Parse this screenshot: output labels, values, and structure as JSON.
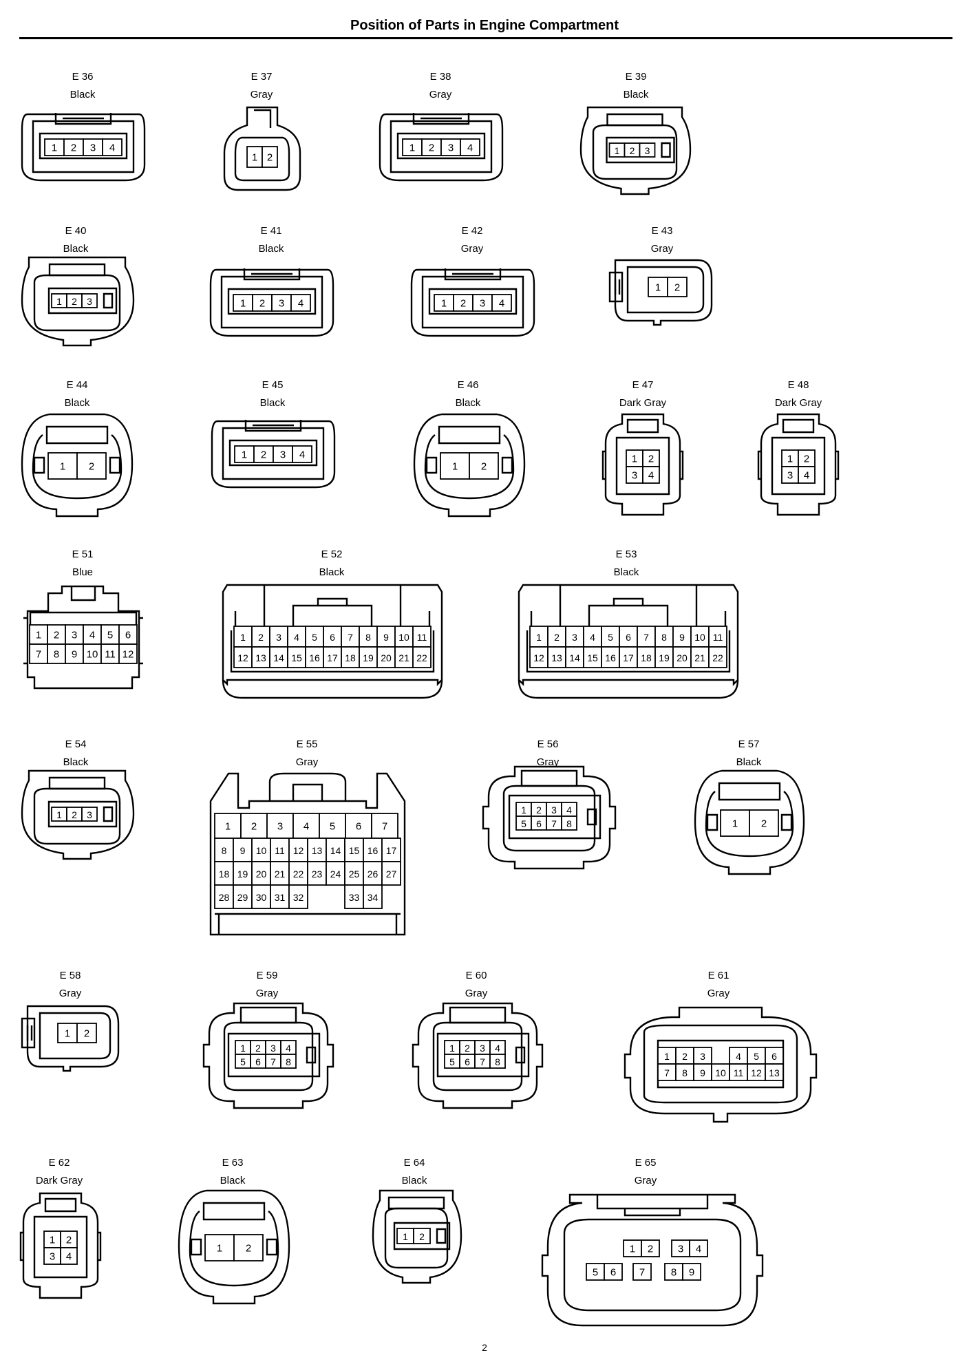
{
  "title": "Position of Parts in Engine Compartment",
  "page_number": "2",
  "connectors": [
    {
      "id": "E 36",
      "color": "Black",
      "pins": [
        "1",
        "2",
        "3",
        "4"
      ]
    },
    {
      "id": "E 37",
      "color": "Gray",
      "pins": [
        "1",
        "2"
      ]
    },
    {
      "id": "E 38",
      "color": "Gray",
      "pins": [
        "1",
        "2",
        "3",
        "4"
      ]
    },
    {
      "id": "E 39",
      "color": "Black",
      "pins": [
        "1",
        "2",
        "3"
      ]
    },
    {
      "id": "E 40",
      "color": "Black",
      "pins": [
        "1",
        "2",
        "3"
      ]
    },
    {
      "id": "E 41",
      "color": "Black",
      "pins": [
        "1",
        "2",
        "3",
        "4"
      ]
    },
    {
      "id": "E 42",
      "color": "Gray",
      "pins": [
        "1",
        "2",
        "3",
        "4"
      ]
    },
    {
      "id": "E 43",
      "color": "Gray",
      "pins": [
        "1",
        "2"
      ]
    },
    {
      "id": "E 44",
      "color": "Black",
      "pins": [
        "1",
        "2"
      ]
    },
    {
      "id": "E 45",
      "color": "Black",
      "pins": [
        "1",
        "2",
        "3",
        "4"
      ]
    },
    {
      "id": "E 46",
      "color": "Black",
      "pins": [
        "1",
        "2"
      ]
    },
    {
      "id": "E 47",
      "color": "Dark Gray",
      "pins": [
        "1",
        "2",
        "3",
        "4"
      ]
    },
    {
      "id": "E 48",
      "color": "Dark Gray",
      "pins": [
        "1",
        "2",
        "3",
        "4"
      ]
    },
    {
      "id": "E 51",
      "color": "Blue",
      "pins": [
        "1",
        "2",
        "3",
        "4",
        "5",
        "6",
        "7",
        "8",
        "9",
        "10",
        "11",
        "12"
      ]
    },
    {
      "id": "E 52",
      "color": "Black",
      "pins": [
        "1",
        "2",
        "3",
        "4",
        "5",
        "6",
        "7",
        "8",
        "9",
        "10",
        "11",
        "12",
        "13",
        "14",
        "15",
        "16",
        "17",
        "18",
        "19",
        "20",
        "21",
        "22"
      ]
    },
    {
      "id": "E 53",
      "color": "Black",
      "pins": [
        "1",
        "2",
        "3",
        "4",
        "5",
        "6",
        "7",
        "8",
        "9",
        "10",
        "11",
        "12",
        "13",
        "14",
        "15",
        "16",
        "17",
        "18",
        "19",
        "20",
        "21",
        "22"
      ]
    },
    {
      "id": "E 54",
      "color": "Black",
      "pins": [
        "1",
        "2",
        "3"
      ]
    },
    {
      "id": "E 55",
      "color": "Gray",
      "pins": [
        "1",
        "2",
        "3",
        "4",
        "5",
        "6",
        "7",
        "8",
        "9",
        "10",
        "11",
        "12",
        "13",
        "14",
        "15",
        "16",
        "17",
        "18",
        "19",
        "20",
        "21",
        "22",
        "23",
        "24",
        "25",
        "26",
        "27",
        "28",
        "29",
        "30",
        "31",
        "32",
        "",
        "",
        "33",
        "34"
      ]
    },
    {
      "id": "E 56",
      "color": "Gray",
      "pins": [
        "1",
        "2",
        "3",
        "4",
        "5",
        "6",
        "7",
        "8"
      ]
    },
    {
      "id": "E 57",
      "color": "Black",
      "pins": [
        "1",
        "2"
      ]
    },
    {
      "id": "E 58",
      "color": "Gray",
      "pins": [
        "1",
        "2"
      ]
    },
    {
      "id": "E 59",
      "color": "Gray",
      "pins": [
        "1",
        "2",
        "3",
        "4",
        "5",
        "6",
        "7",
        "8"
      ]
    },
    {
      "id": "E 60",
      "color": "Gray",
      "pins": [
        "1",
        "2",
        "3",
        "4",
        "5",
        "6",
        "7",
        "8"
      ]
    },
    {
      "id": "E 61",
      "color": "Gray",
      "pins": [
        "1",
        "2",
        "3",
        "",
        "4",
        "5",
        "6",
        "7",
        "8",
        "9",
        "10",
        "11",
        "12",
        "13"
      ]
    },
    {
      "id": "E 62",
      "color": "Dark Gray",
      "pins": [
        "1",
        "2",
        "3",
        "4"
      ]
    },
    {
      "id": "E 63",
      "color": "Black",
      "pins": [
        "1",
        "2"
      ]
    },
    {
      "id": "E 64",
      "color": "Black",
      "pins": [
        "1",
        "2"
      ]
    },
    {
      "id": "E 65",
      "color": "Gray",
      "pins": [
        "1",
        "2",
        "3",
        "4",
        "5",
        "6",
        "7",
        "8",
        "9"
      ]
    }
  ]
}
